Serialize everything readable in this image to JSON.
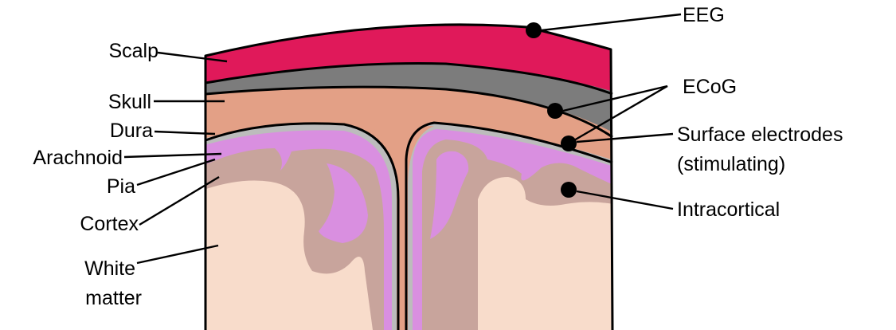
{
  "colors": {
    "scalp": "#e0195a",
    "skull": "#7c7c7c",
    "dura": "#e3a086",
    "arachnoid": "#bcbcbc",
    "csf_space": "#d98fe0",
    "pia_cortex": "#c8a49c",
    "white_matter": "#f8dccb",
    "electrode": "#000000"
  },
  "left_labels": {
    "scalp": "Scalp",
    "skull": "Skull",
    "dura": "Dura",
    "arachnoid": "Arachnoid",
    "pia": "Pia",
    "cortex": "Cortex",
    "white_matter_line1": "White",
    "white_matter_line2": "matter"
  },
  "right_labels": {
    "eeg": "EEG",
    "ecog": "ECoG",
    "surface_line1": "Surface electrodes",
    "surface_line2": "(stimulating)",
    "intracortical": "Intracortical"
  }
}
